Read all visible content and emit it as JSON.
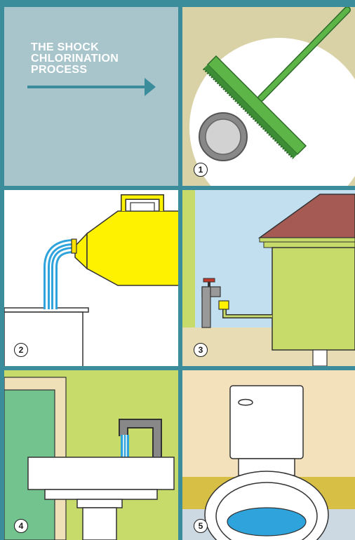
{
  "title": {
    "line1": "THE SHOCK",
    "line2": "CHLORINATION",
    "line3": "PROCESS"
  },
  "steps": [
    {
      "number": "1"
    },
    {
      "number": "2"
    },
    {
      "number": "3"
    },
    {
      "number": "4"
    },
    {
      "number": "5"
    }
  ],
  "colors": {
    "border": "#3b8d9c",
    "title_panel": "#a9c5cc",
    "arrow": "#3b8d9c",
    "broom": "#5cb546",
    "chlorine_jug": "#fff200",
    "tank_wall": "#c6db6a",
    "roof": "#a55a54",
    "toilet_water": "#2fa4dc"
  }
}
